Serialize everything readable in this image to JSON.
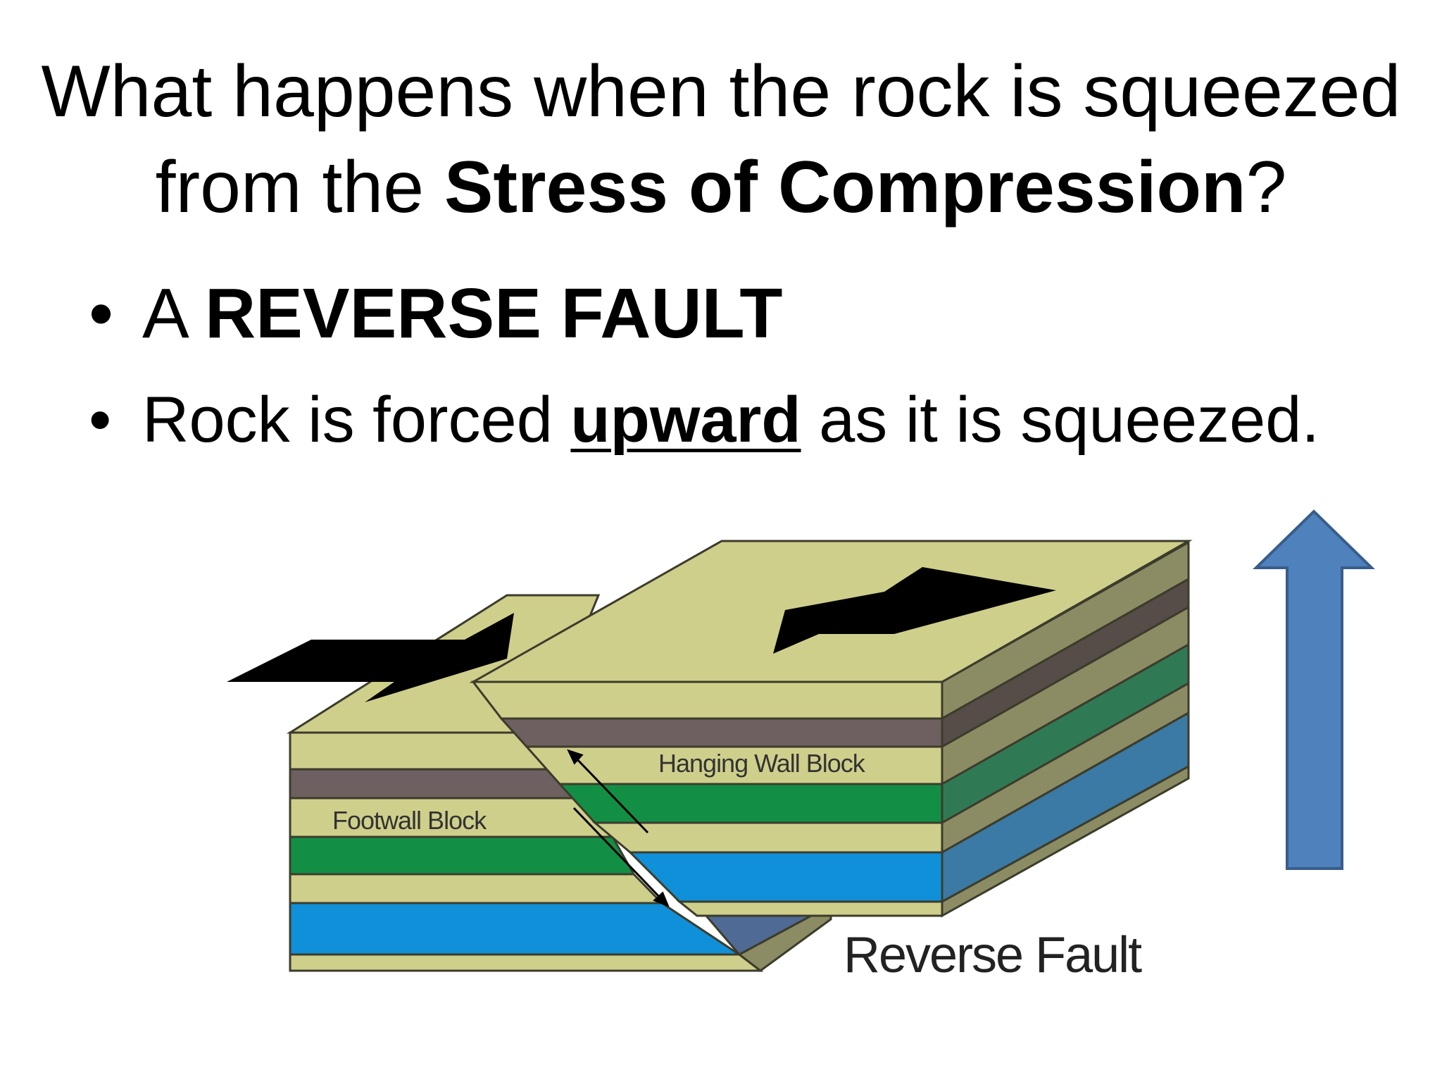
{
  "title": {
    "line1": "What happens when the rock is squeezed",
    "line2_prefix": "from the ",
    "line2_bold": "Stress of Compression",
    "line2_suffix": "?"
  },
  "bullets": {
    "item1": {
      "prefix": "A ",
      "bold": "REVERSE FAULT"
    },
    "item2": {
      "prefix": "Rock is forced ",
      "emphasis": "upward",
      "suffix": " as it is squeezed."
    }
  },
  "diagram": {
    "footwall_label": "Footwall Block",
    "hanging_wall_label": "Hanging Wall Block",
    "caption": "Reverse Fault",
    "colors": {
      "tan": "#cfcf8c",
      "tan_side": "#8c8c64",
      "brown": "#6e6060",
      "brown_side": "#564c48",
      "green": "#138f45",
      "green_side": "#2f7a55",
      "blue": "#1090d8",
      "blue_side": "#3a7aa4",
      "fault_plane": "#4f6a94",
      "big_arrow": "#4f81bd",
      "big_arrow_outline": "#385d8a",
      "outline": "#3c3c2c"
    }
  }
}
